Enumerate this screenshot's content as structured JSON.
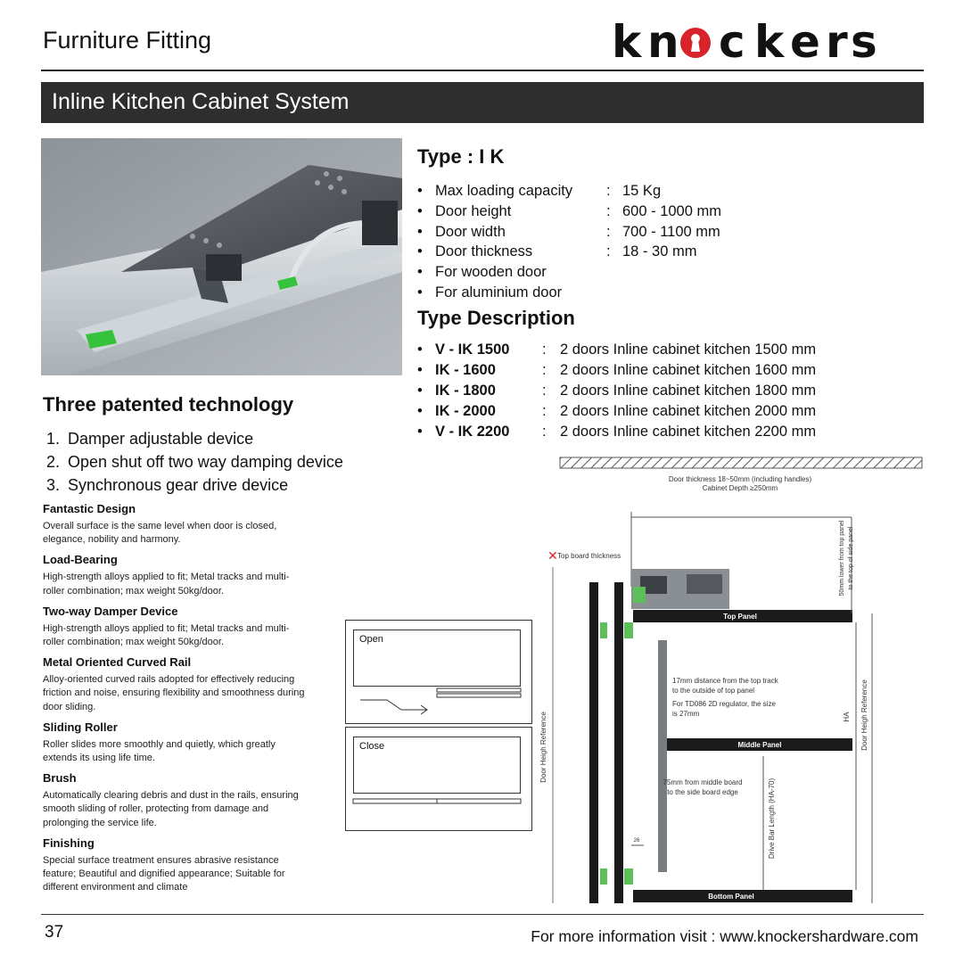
{
  "header": {
    "title": "Furniture Fitting",
    "brand": "knockers"
  },
  "band": {
    "title": "Inline Kitchen Cabinet System"
  },
  "type_section": {
    "heading": "Type : I K",
    "specs": [
      {
        "label": "Max loading capacity",
        "sep": ":",
        "value": "15 Kg"
      },
      {
        "label": "Door height",
        "sep": ":",
        "value": "600 - 1000 mm"
      },
      {
        "label": "Door width",
        "sep": ":",
        "value": "700 - 1100 mm"
      },
      {
        "label": "Door thickness",
        "sep": ":",
        "value": "18 - 30 mm"
      },
      {
        "label": "For wooden door",
        "sep": "",
        "value": ""
      },
      {
        "label": "For aluminium door",
        "sep": "",
        "value": ""
      }
    ]
  },
  "type_description": {
    "heading": "Type Description",
    "items": [
      {
        "code": "V - IK 1500",
        "sep": ":",
        "text": "2 doors Inline cabinet kitchen 1500 mm"
      },
      {
        "code": "IK - 1600",
        "sep": ":",
        "text": "2 doors Inline cabinet kitchen 1600 mm"
      },
      {
        "code": "IK - 1800",
        "sep": ":",
        "text": "2 doors Inline cabinet kitchen 1800 mm"
      },
      {
        "code": "IK - 2000",
        "sep": ":",
        "text": "2 doors Inline cabinet kitchen 2000 mm"
      },
      {
        "code": "V - IK 2200",
        "sep": ":",
        "text": "2 doors Inline cabinet kitchen 2200 mm"
      }
    ]
  },
  "technology": {
    "heading": "Three patented technology",
    "items": [
      {
        "num": "1.",
        "text": "Damper adjustable device"
      },
      {
        "num": "2.",
        "text": "Open shut off two way  damping device"
      },
      {
        "num": "3.",
        "text": "Synchronous gear drive device"
      }
    ]
  },
  "features": [
    {
      "title": "Fantastic Design",
      "text": "Overall surface is the same level when door is closed, elegance, nobility and harmony."
    },
    {
      "title": "Load-Bearing",
      "text": "High-strength alloys applied to fit; Metal tracks and multi-roller combination; max weight 50kg/door."
    },
    {
      "title": "Two-way Damper Device",
      "text": "High-strength alloys applied to fit; Metal tracks and multi-roller combination; max weight 50kg/door."
    },
    {
      "title": "Metal Oriented Curved Rail",
      "text": "Alloy-oriented curved rails adopted for effectively reducing friction and noise, ensuring flexibility and smoothness during door sliding."
    },
    {
      "title": "Sliding Roller",
      "text": "Roller slides more smoothly and quietly, which greatly extends its using life time."
    },
    {
      "title": "Brush",
      "text": "Automatically clearing debris and dust in the rails, ensuring smooth sliding of roller, protecting from damage and prolonging the service life."
    },
    {
      "title": "Finishing",
      "text": "Special surface treatment ensures abrasive resistance feature; Beautiful and dignified appearance; Suitable for different environment and climate"
    }
  ],
  "open_close": {
    "open_label": "Open",
    "close_label": "Close"
  },
  "diagram": {
    "door_thickness": "Door thickness 18~50mm (including handles)",
    "cabinet_depth": "Cabinet Depth ≥250mm",
    "top_board": "Top board thickness",
    "top_lower_1": "50mm lower from top panel",
    "top_lower_2": "to the top of side panel",
    "top_panel": "Top Panel",
    "distance_1": "17mm distance from the top track",
    "distance_2": "to the outside of top panel",
    "regulator_1": "For TD086 2D regulator, the size",
    "regulator_2": "is 27mm",
    "middle_panel": "Middle Panel",
    "board_1": "75mm from middle board",
    "board_2": "to the side board edge",
    "bottom_panel": "Bottom Panel",
    "door_ref": "Door Heigh Reference",
    "ha": "HA",
    "drive_bar": "Drive Bar Length (HA-70)",
    "dim_26": "26"
  },
  "footer": {
    "page": "37",
    "link": "For more information visit : www.knockershardware.com"
  },
  "colors": {
    "band": "#2e2e2e",
    "brand_red": "#d8232a"
  }
}
